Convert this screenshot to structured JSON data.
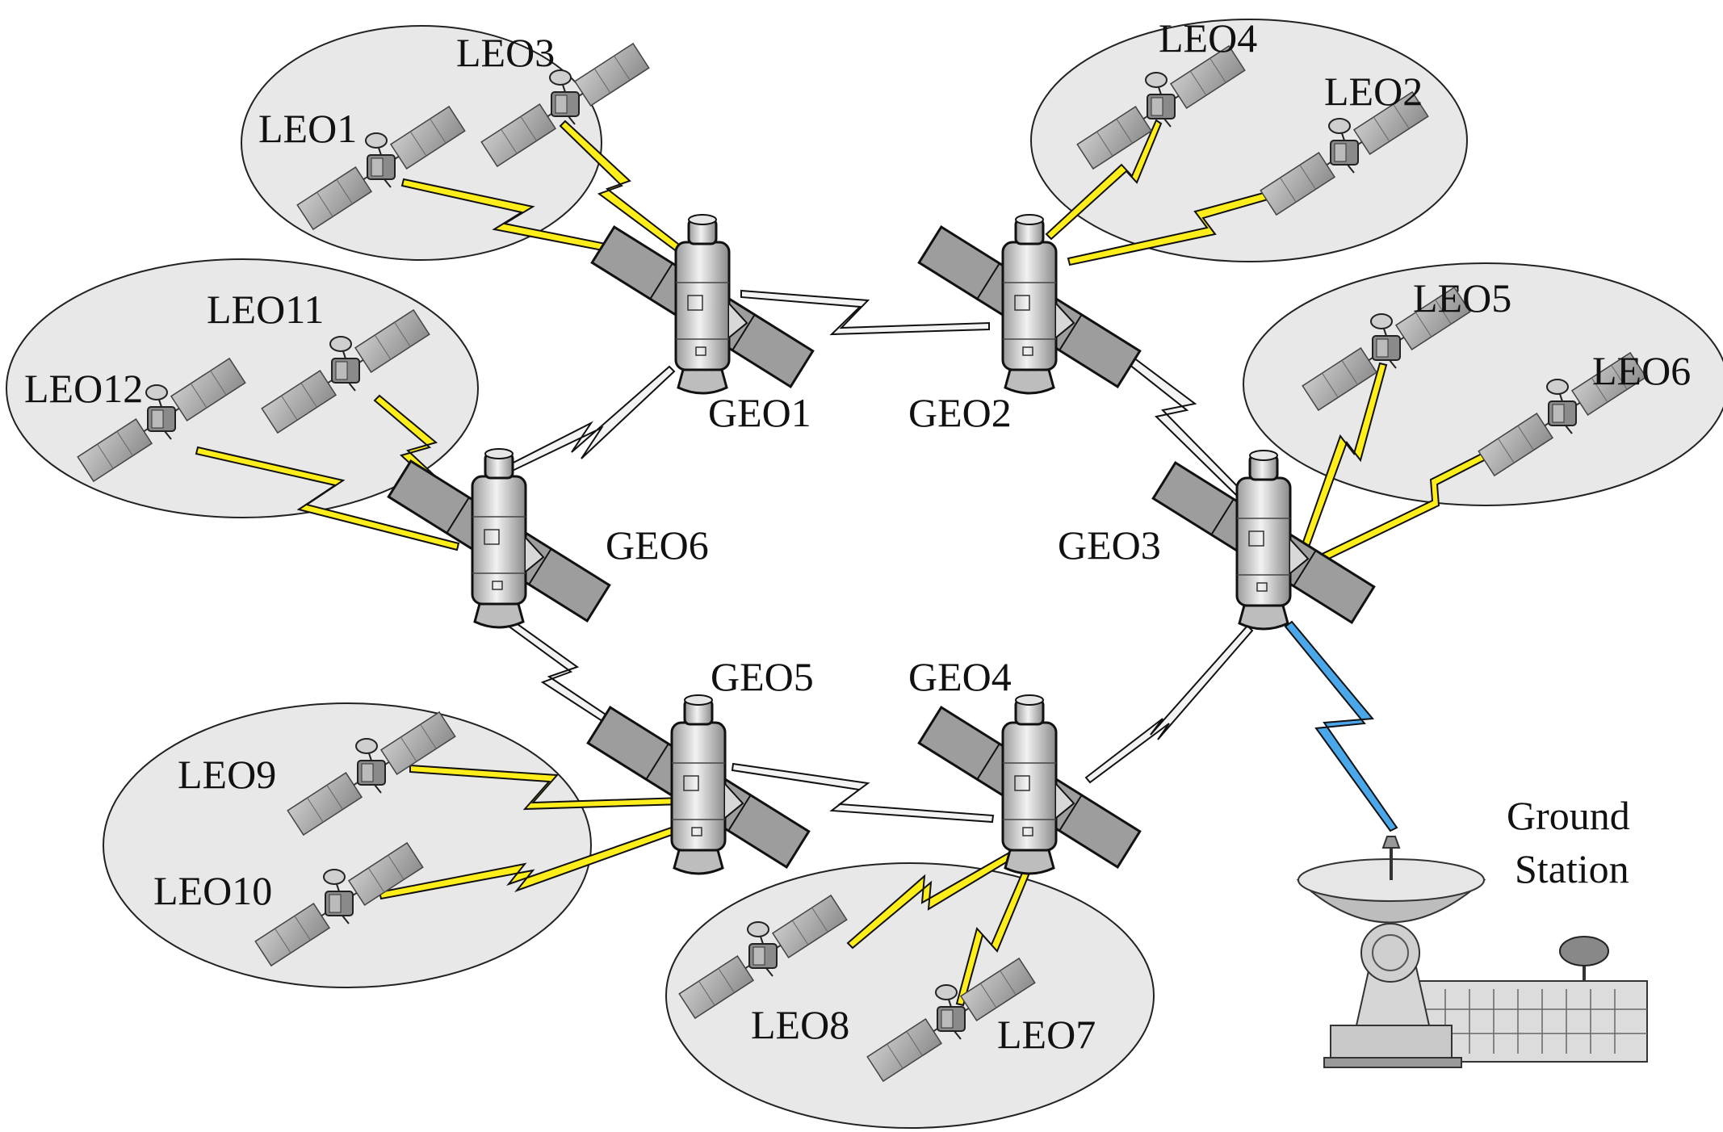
{
  "colors": {
    "cluster_fill": "#e8e8e8",
    "cluster_stroke": "#222222",
    "leo_link": "#ffee1a",
    "geo_link": "#f3f3f3",
    "ground_link": "#4aa8ea",
    "panel": "#a9a9a9",
    "body": "#d2d2d2"
  },
  "geo_labels": {
    "geo1": "GEO1",
    "geo2": "GEO2",
    "geo3": "GEO3",
    "geo4": "GEO4",
    "geo5": "GEO5",
    "geo6": "GEO6"
  },
  "leo_labels": {
    "leo1": "LEO1",
    "leo2": "LEO2",
    "leo3": "LEO3",
    "leo4": "LEO4",
    "leo5": "LEO5",
    "leo6": "LEO6",
    "leo7": "LEO7",
    "leo8": "LEO8",
    "leo9": "LEO9",
    "leo10": "LEO10",
    "leo11": "LEO11",
    "leo12": "LEO12"
  },
  "ground_station": {
    "line1": "Ground",
    "line2": "Station"
  },
  "icons": {
    "geo": "geostationary-satellite-icon",
    "leo": "leo-satellite-icon",
    "ground": "ground-station-antenna-icon"
  }
}
